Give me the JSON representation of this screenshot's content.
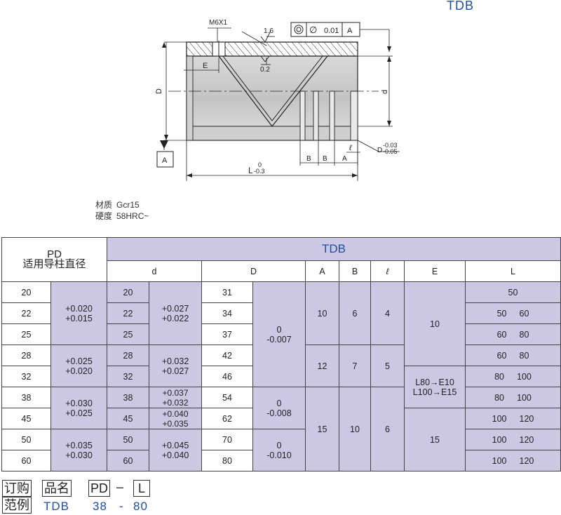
{
  "header": {
    "code": "TDB"
  },
  "drawing": {
    "thread": "M6X1",
    "rough1": "1.6",
    "rough2": "0.2",
    "tol_phi": "0.01",
    "tol_ref": "A",
    "datum": "A",
    "lbl_D": "D",
    "lbl_d": "d",
    "lbl_E": "E",
    "lbl_B1": "B",
    "lbl_B2": "B",
    "lbl_A": "A",
    "lbl_l": "ℓ",
    "lbl_L": "L",
    "L_tol_up": "0",
    "L_tol_lo": "-0.3",
    "D_chamfer": "D",
    "D_tol_up": "-0.03",
    "D_tol_lo": "-0.05"
  },
  "material": {
    "label1": "材质",
    "value1": "Gcr15",
    "label2": "硬度",
    "value2": "58HRC~"
  },
  "table": {
    "pd_title": "PD",
    "pd_sub": "适用导柱直径",
    "group": "TDB",
    "cols": {
      "d": "d",
      "D": "D",
      "A": "A",
      "B": "B",
      "l": "ℓ",
      "E": "E",
      "L": "L"
    },
    "rows": [
      {
        "pd": "20",
        "d": "20",
        "D": "31",
        "L1": "50",
        "L2": ""
      },
      {
        "pd": "22",
        "d": "22",
        "D": "34",
        "L1": "50",
        "L2": "60"
      },
      {
        "pd": "25",
        "d": "25",
        "D": "37",
        "L1": "60",
        "L2": "80"
      },
      {
        "pd": "28",
        "d": "28",
        "D": "42",
        "L1": "60",
        "L2": "80"
      },
      {
        "pd": "32",
        "d": "32",
        "D": "46",
        "L1": "80",
        "L2": "100"
      },
      {
        "pd": "38",
        "d": "38",
        "D": "54",
        "L1": "80",
        "L2": "100"
      },
      {
        "pd": "45",
        "d": "45",
        "D": "62",
        "L1": "100",
        "L2": "120"
      },
      {
        "pd": "50",
        "d": "50",
        "D": "70",
        "L1": "100",
        "L2": "120"
      },
      {
        "pd": "60",
        "d": "60",
        "D": "80",
        "L1": "100",
        "L2": "120"
      }
    ],
    "pdtol": [
      {
        "up": "+0.020",
        "lo": "+0.015"
      },
      {
        "up": "+0.025",
        "lo": "+0.020"
      },
      {
        "up": "+0.030",
        "lo": "+0.025"
      },
      {
        "up": "+0.035",
        "lo": "+0.030"
      }
    ],
    "dtol": [
      {
        "up": "+0.027",
        "lo": "+0.022"
      },
      {
        "up": "+0.032",
        "lo": "+0.027"
      },
      {
        "up": "+0.037",
        "lo": "+0.032"
      },
      {
        "up": "+0.040",
        "lo": "+0.035"
      },
      {
        "up": "+0.045",
        "lo": "+0.040"
      }
    ],
    "Dtol": [
      {
        "up": "0",
        "lo": "-0.007"
      },
      {
        "up": "0",
        "lo": "-0.008"
      },
      {
        "up": "0",
        "lo": "-0.010"
      }
    ],
    "abl": [
      {
        "A": "10",
        "B": "6",
        "l": "4"
      },
      {
        "A": "12",
        "B": "7",
        "l": "5"
      },
      {
        "A": "15",
        "B": "10",
        "l": "6"
      }
    ],
    "E": {
      "v1": "10",
      "v2a": "L80→E10",
      "v2b": "L100→E15",
      "v3": "15"
    }
  },
  "order": {
    "label_a": "订购",
    "label_b": "范例",
    "name_box": "品名",
    "pd_box": "PD",
    "dash": "–",
    "l_box": "L",
    "ex_code": "TDB",
    "ex_pd": "38",
    "ex_dash": "-",
    "ex_l": "80"
  }
}
